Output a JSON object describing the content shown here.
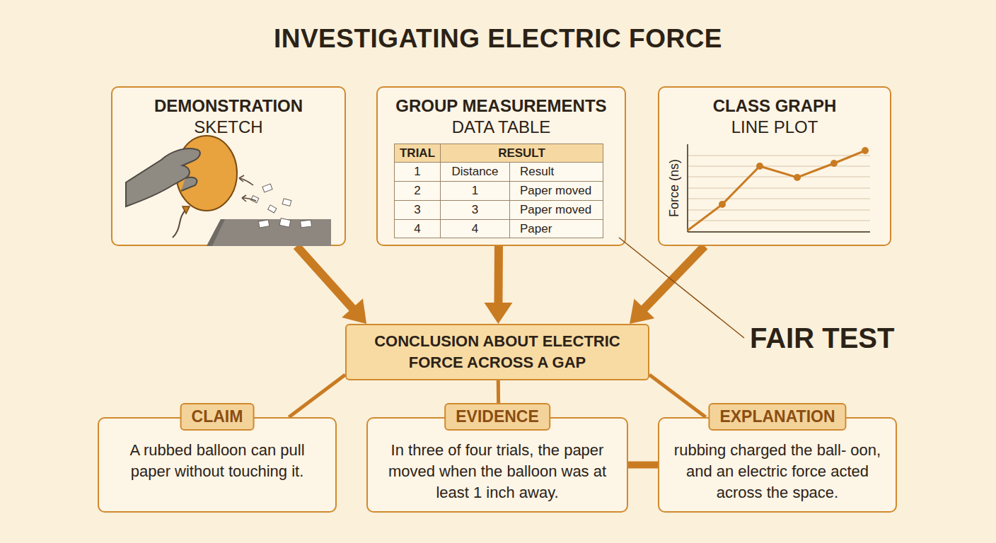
{
  "diagram": {
    "title": "INVESTIGATING ELECTRIC FORCE",
    "nodes": [
      {
        "text": [
          "DEMONSTRATION",
          "SKETCH"
        ]
      },
      {
        "text": [
          "GROUP MEASUREMENTS",
          "DATA TABLE"
        ]
      },
      {
        "text": [
          "CLASS GRAPH",
          "LINE PLOT"
        ]
      },
      {
        "text": [
          "CONCLUSION ABOUT ELECTRIC FORCE ACROSS A GAP"
        ]
      },
      {
        "text": [
          "CLAIM",
          "A rubbed balloon can pull paper without touching it."
        ]
      },
      {
        "text": [
          "EVIDENCE",
          "In three of four trials, the paper moved when the balloon was at least 1 inch away."
        ]
      },
      {
        "text": [
          "EXPLANATION",
          "rubbing charged the ball- oon, and an electric force acted across the space."
        ]
      }
    ],
    "edges": [
      {
        "from": 0,
        "to": 3,
        "arrow": "to"
      },
      {
        "from": 1,
        "to": 3,
        "arrow": "to"
      },
      {
        "from": 2,
        "to": 3,
        "arrow": "to"
      },
      {
        "from": 3,
        "to": 4,
        "arrow": "none"
      },
      {
        "from": 3,
        "to": 5,
        "arrow": "none"
      },
      {
        "from": 3,
        "to": 6,
        "arrow": "none"
      },
      {
        "from": 5,
        "to": 6,
        "arrow": "none"
      }
    ],
    "labels": [
      "TRIAL",
      "RESULT",
      "1",
      "Distance",
      "Result",
      "2",
      "1",
      "Paper moved",
      "3",
      "3",
      "Paper moved",
      "4",
      "4",
      "Paper",
      "Force (ns)",
      "FAIR TEST"
    ]
  }
}
